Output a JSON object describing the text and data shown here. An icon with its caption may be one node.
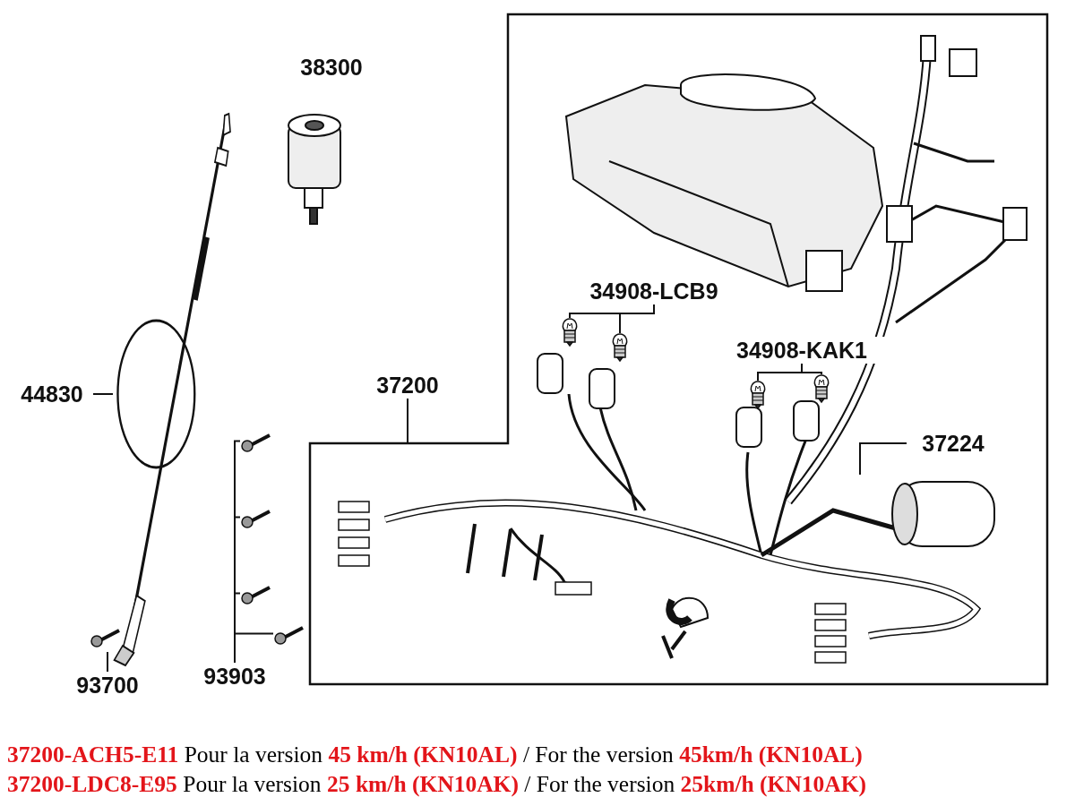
{
  "diagram": {
    "nodes": [
      {
        "text": [
          "44830"
        ]
      },
      {
        "text": [],
        "shape": "picture"
      },
      {
        "text": [],
        "shape": "box"
      },
      {
        "text": [
          "37200"
        ]
      },
      {
        "text": [
          "34908-LCB9"
        ],
        "in": 2
      },
      {
        "text": [],
        "shape": "picture",
        "in": 2
      },
      {
        "text": [],
        "shape": "picture",
        "in": 2
      },
      {
        "text": [
          "34908-KAK1"
        ],
        "in": 2
      },
      {
        "text": [],
        "shape": "picture",
        "in": 2
      },
      {
        "text": [],
        "shape": "picture",
        "in": 2
      },
      {
        "text": [],
        "shape": "picture",
        "in": 2
      },
      {
        "text": [
          "37224"
        ],
        "in": 2
      },
      {
        "text": [
          "93700"
        ]
      },
      {
        "text": [],
        "shape": "picture"
      },
      {
        "text": [
          "93903"
        ]
      },
      {
        "text": [],
        "shape": "picture"
      },
      {
        "text": [],
        "shape": "picture"
      },
      {
        "text": [],
        "shape": "picture"
      },
      {
        "text": [],
        "shape": "picture"
      },
      {
        "text": [
          "38300"
        ]
      }
    ],
    "edges": [
      {
        "from": 0,
        "to": 1,
        "arrow": "none"
      },
      {
        "from": 3,
        "to": 2,
        "arrow": "none"
      },
      {
        "from": 4,
        "to": 5,
        "arrow": "none"
      },
      {
        "from": 4,
        "to": 6,
        "arrow": "none"
      },
      {
        "from": 7,
        "to": 8,
        "arrow": "none"
      },
      {
        "from": 7,
        "to": 9,
        "arrow": "none"
      },
      {
        "from": 11,
        "to": 10,
        "arrow": "none"
      },
      {
        "from": 12,
        "to": 13,
        "arrow": "none"
      },
      {
        "from": 14,
        "to": 15,
        "arrow": "none"
      },
      {
        "from": 14,
        "to": 16,
        "arrow": "none"
      },
      {
        "from": 14,
        "to": 17,
        "arrow": "none"
      },
      {
        "from": 14,
        "to": 18,
        "arrow": "none"
      }
    ],
    "labels": [
      "**37200-ACH5-E11** Pour la version **45 km/h (KN10AL)** / For the version **45km/h (KN10AL)**",
      "**37200-LDC8-E95** Pour la version **25 km/h (KN10AK)** / For the version **25km/h (KN10AK)**"
    ]
  }
}
